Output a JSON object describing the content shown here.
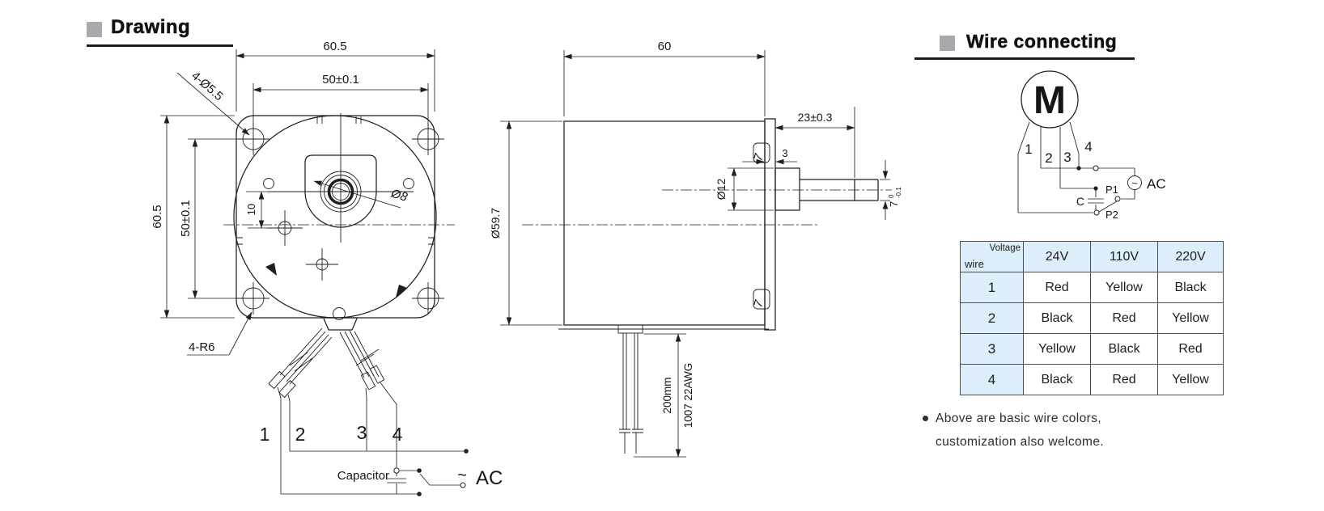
{
  "drawing_section": {
    "title": "Drawing"
  },
  "wire_section": {
    "title": "Wire connecting"
  },
  "front_view": {
    "dim_width": "60.5",
    "dim_hole_span_h": "50±0.1",
    "dim_height": "60.5",
    "dim_hole_span_v": "50±0.1",
    "dim_offset": "10",
    "mount_holes_label": "4-Ø5.5",
    "shaft_label": "Ø8",
    "corner_radius_label": "4-R6",
    "wires": [
      "1",
      "2",
      "3",
      "4"
    ],
    "capacitor_label": "Capacitor",
    "ac_tilde": "~",
    "ac_label": "AC"
  },
  "side_view": {
    "dim_length": "60",
    "dim_body_dia": "Ø59.7",
    "dim_shaft_ext": "23±0.3",
    "dim_face": "3",
    "dim_boss": "Ø12",
    "flat": {
      "value": "7",
      "tol_upper": "0",
      "tol_lower": "-0.1"
    },
    "clip_label": "7",
    "lead_length": "200mm",
    "lead_spec": "1007 22AWG"
  },
  "circuit": {
    "motor": "M",
    "leads": [
      "1",
      "2",
      "3",
      "4"
    ],
    "p1": "P1",
    "p2": "P2",
    "capacitor": "C",
    "tilde": "~",
    "ac": "AC"
  },
  "table": {
    "header_diag_top": "Voltage",
    "header_diag_bottom": "wire",
    "voltages": [
      "24V",
      "110V",
      "220V"
    ],
    "rows": [
      {
        "wire": "1",
        "colors": [
          "Red",
          "Yellow",
          "Black"
        ]
      },
      {
        "wire": "2",
        "colors": [
          "Black",
          "Red",
          "Yellow"
        ]
      },
      {
        "wire": "3",
        "colors": [
          "Yellow",
          "Black",
          "Red"
        ]
      },
      {
        "wire": "4",
        "colors": [
          "Black",
          "Red",
          "Yellow"
        ]
      }
    ]
  },
  "note": {
    "line1": "Above are basic wire colors,",
    "line2": "customization also welcome."
  },
  "colors": {
    "table_accent": "#dceefa",
    "line_color": "#1f1f1f",
    "heading_square": "#a7a9ac"
  }
}
